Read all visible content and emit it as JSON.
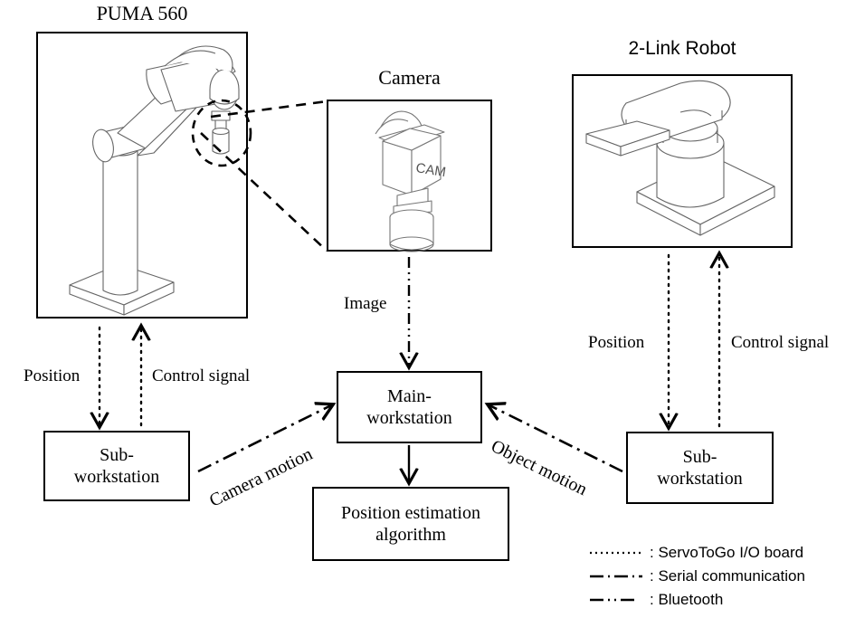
{
  "diagram": {
    "title_puma": "PUMA 560",
    "title_camera": "Camera",
    "title_robot": "2-Link Robot",
    "camera_body_text": "CAM"
  },
  "boxes": {
    "main_workstation": "Main-\nworkstation",
    "main_workstation_line1": "Main-",
    "main_workstation_line2": "workstation",
    "position_algorithm_line1": "Position estimation",
    "position_algorithm_line2": "algorithm",
    "sub_workstation_left_line1": "Sub-",
    "sub_workstation_left_line2": "workstation",
    "sub_workstation_right_line1": "Sub-",
    "sub_workstation_right_line2": "workstation"
  },
  "edges": {
    "position_left": "Position",
    "control_signal_left": "Control signal",
    "position_right": "Position",
    "control_signal_right": "Control signal",
    "image": "Image",
    "camera_motion": "Camera motion",
    "object_motion": "Object motion"
  },
  "legend": {
    "items": [
      {
        "style": "dotted",
        "label": ": ServoToGo I/O board"
      },
      {
        "style": "dash-dot",
        "label": ": Serial communication"
      },
      {
        "style": "dash-dot-dot",
        "label": ": Bluetooth"
      }
    ]
  },
  "colors": {
    "stroke": "#000000",
    "illustration": "#555555",
    "background": "#ffffff"
  }
}
